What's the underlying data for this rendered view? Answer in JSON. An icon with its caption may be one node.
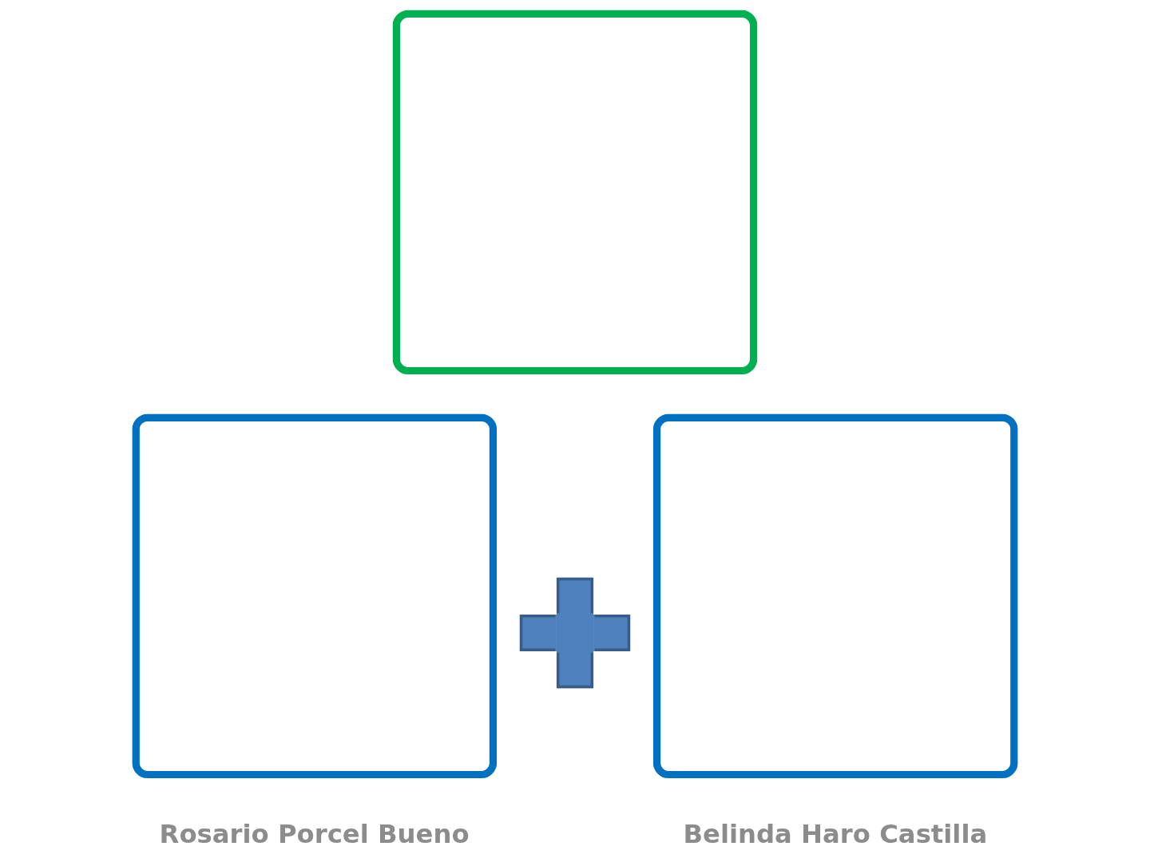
{
  "diagram": {
    "nodes": [
      {
        "text": [],
        "shape": "box"
      },
      {
        "text": [],
        "shape": "box",
        "beside": [
          "Rosario Porcel Bueno"
        ]
      },
      {
        "text": [],
        "shape": "plus"
      },
      {
        "text": [],
        "shape": "box",
        "beside": [
          "Belinda Haro Castilla"
        ]
      }
    ]
  }
}
